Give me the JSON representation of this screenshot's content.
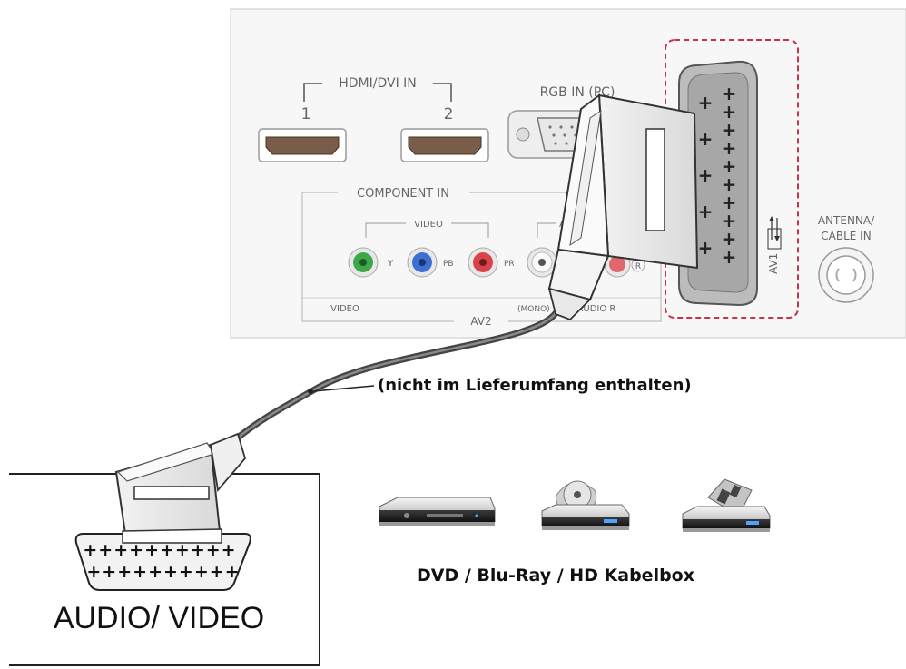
{
  "tv_panel": {
    "hdmi_group_label": "HDMI/DVI IN",
    "hdmi_port_1_label": "1",
    "hdmi_port_2_label": "2",
    "rgb_label": "RGB IN (PC)",
    "component_label": "COMPONENT IN",
    "component_video_label": "VIDEO",
    "component_audio_label_partial": "A",
    "jack_y_label": "Y",
    "jack_pb_label": "PB",
    "jack_pr_label": "PR",
    "jack_r_label": "R",
    "bottom_video_label": "VIDEO",
    "bottom_mono_label": "(MONO)",
    "bottom_audio_label": "L - AUDIO R",
    "av2_label": "AV2",
    "av1_label": "AV1",
    "antenna_label_line1": "ANTENNA/",
    "antenna_label_line2": "CABLE IN"
  },
  "cable": {
    "note": "(nicht im Lieferumfang enthalten)"
  },
  "device": {
    "label": "AUDIO/ VIDEO",
    "pins_row1": "++++++++++",
    "pins_row2": "++++++++++"
  },
  "sources": {
    "label": "DVD / Blu-Ray / HD Kabelbox"
  },
  "colors": {
    "dashed_outline": "#c8324a",
    "jack_y": "#3da84a",
    "jack_pb": "#3f6fd2",
    "jack_pr": "#d9434a",
    "cable": "#555555"
  }
}
